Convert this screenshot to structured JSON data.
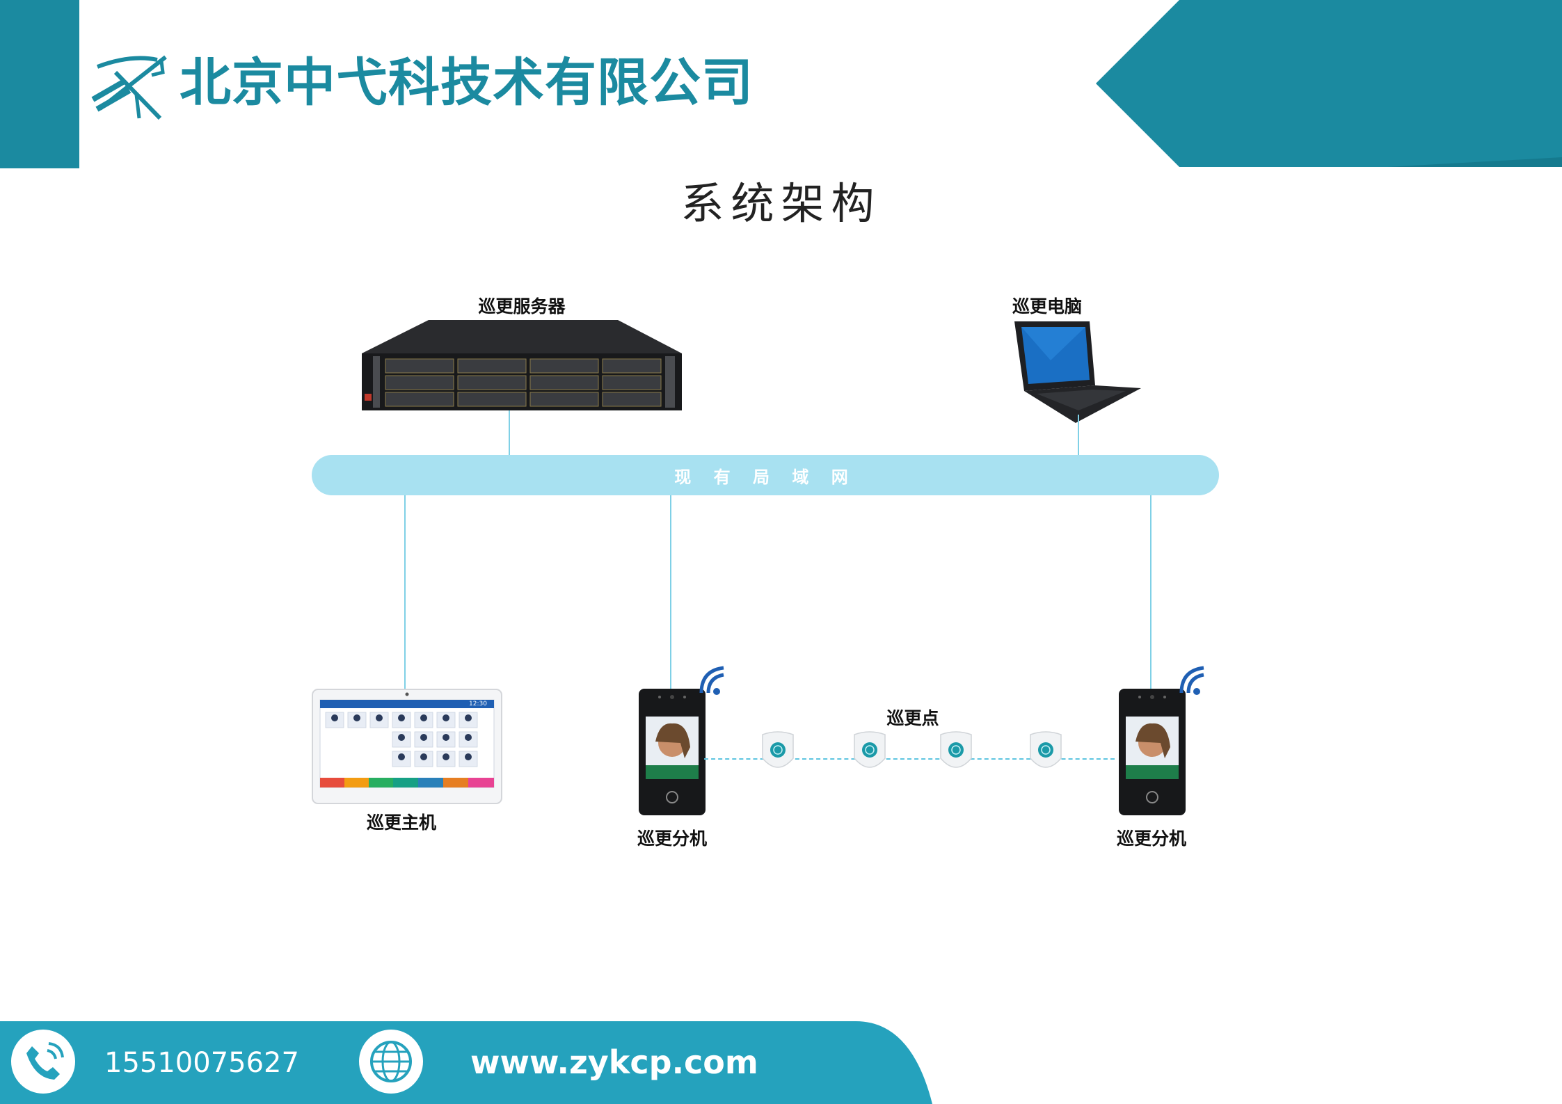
{
  "header": {
    "company_name": "北京中弋科技术有限公司",
    "brand_color": "#1b8aa0"
  },
  "diagram": {
    "title": "系统架构",
    "network": {
      "label": "现 有 局 域 网",
      "color": "#a8e1f1"
    },
    "nodes": {
      "server": "巡更服务器",
      "pc": "巡更电脑",
      "host": "巡更主机",
      "terminal_1": "巡更分机",
      "terminal_2": "巡更分机",
      "checkpoints": "巡更点"
    },
    "host_screen": {
      "clock": "12:30"
    },
    "icons": [
      "server-icon",
      "laptop-icon",
      "tablet-icon",
      "face-terminal-icon",
      "wifi-icon",
      "checkpoint-tag-icon"
    ]
  },
  "footer": {
    "phone": "15510075627",
    "website": "www.zykcp.com",
    "icons": [
      "phone-icon",
      "globe-icon"
    ]
  }
}
